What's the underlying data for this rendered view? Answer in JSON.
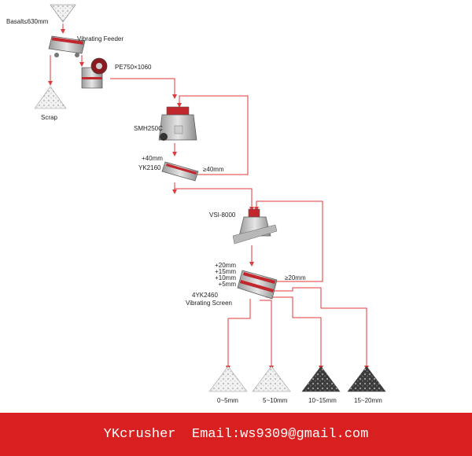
{
  "labels": {
    "feed": "Basalt≤630mm",
    "feeder": "Vibrating Feeder",
    "scrap": "Scrap",
    "jaw": "PE750×1060",
    "cone": "SMH250C",
    "screen1_over": "+40mm",
    "screen1_model": "YK2160",
    "screen1_return": "≥40mm",
    "vsi": "VSI-8000",
    "screen2_sizes": [
      "+20mm",
      "+15mm",
      "+10mm",
      "+5mm"
    ],
    "screen2_model": "4YK2460",
    "screen2_name": "Vibrating Screen",
    "screen2_return": "≥20mm"
  },
  "products": [
    {
      "label": "0~5mm",
      "shade": "light"
    },
    {
      "label": "5~10mm",
      "shade": "light"
    },
    {
      "label": "10~15mm",
      "shade": "dark"
    },
    {
      "label": "15~20mm",
      "shade": "dark"
    }
  ],
  "colors": {
    "flow": "#e03a3a",
    "machine": "#b0b0b0",
    "accent": "#c0282e",
    "footer": "#d92020"
  },
  "footer": {
    "text": "YKcrusher  Email:ws9309@gmail.com"
  }
}
